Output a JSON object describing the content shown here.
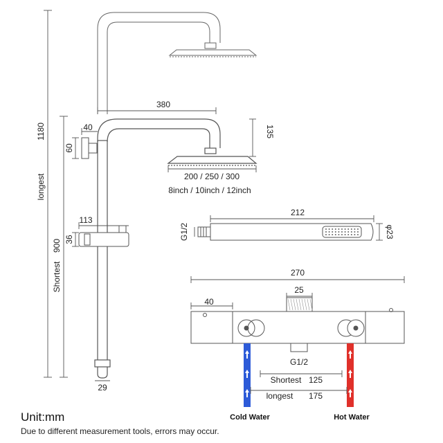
{
  "dimensions": {
    "longest_total": "1180",
    "longest_label": "longest",
    "shortest_total": "900",
    "shortest_label": "Shortest",
    "arm_length": "380",
    "arm_offset": "40",
    "bracket_height": "60",
    "head_drop": "135",
    "head_sizes_mm": "200 / 250 / 300",
    "head_sizes_inch": "8inch / 10inch / 12inch",
    "holder_width": "113",
    "holder_height": "36",
    "rail_bottom": "29",
    "handshower_length": "212",
    "handshower_thread": "G1/2",
    "handshower_diameter": "φ23",
    "valve_width": "270",
    "valve_end": "40",
    "valve_outlet_top": "25",
    "valve_outlet_bottom": "G1/2",
    "centers_shortest_label": "Shortest",
    "centers_shortest": "125",
    "centers_longest_label": "longest",
    "centers_longest": "175"
  },
  "legend": {
    "cold": "Cold Water",
    "hot": "Hot Water",
    "cold_color": "#2d5bd8",
    "hot_color": "#e0302a"
  },
  "footer": {
    "unit": "Unit:mm",
    "note": "Due to different measurement tools, errors may occur."
  }
}
